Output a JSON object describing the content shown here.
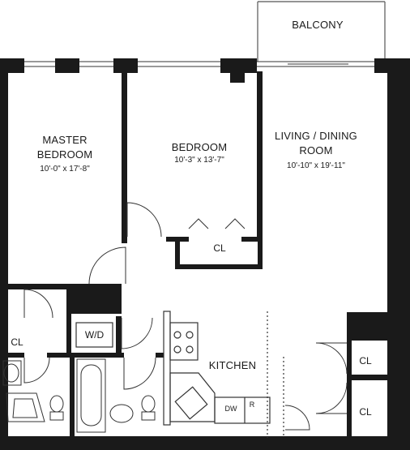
{
  "rooms": {
    "balcony": {
      "name": "BALCONY"
    },
    "master_bedroom": {
      "name_line1": "MASTER",
      "name_line2": "BEDROOM",
      "dims": "10'-0\" x 17'-8\""
    },
    "bedroom": {
      "name": "BEDROOM",
      "dims": "10'-3\" x 13'-7\""
    },
    "living_dining": {
      "name_line1": "LIVING / DINING",
      "name_line2": "ROOM",
      "dims": "10'-10\" x 19'-11\""
    },
    "kitchen": {
      "name": "KITCHEN"
    }
  },
  "closets": {
    "bedroom_closet": "CL",
    "master_closet": "CL",
    "entry_closet_upper": "CL",
    "entry_closet_lower": "CL"
  },
  "appliances": {
    "washer_dryer": "W/D",
    "dishwasher": "DW",
    "refrigerator": "R"
  },
  "colors": {
    "wall": "#1a1a1a",
    "line": "#333333",
    "background": "#ffffff"
  }
}
